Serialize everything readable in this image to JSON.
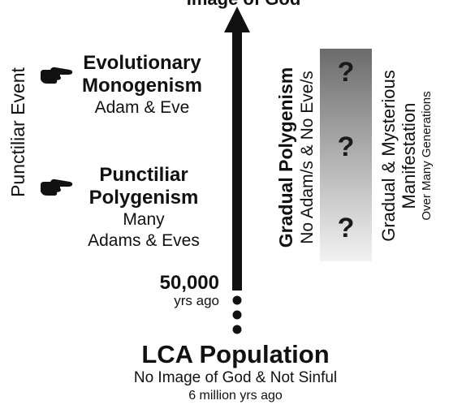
{
  "top_label_partial": "Image of God",
  "left_vertical_label": "Punctiliar Event",
  "evolutionary_monogenism": {
    "title_line1": "Evolutionary",
    "title_line2": "Monogenism",
    "subtitle": "Adam & Eve"
  },
  "punctiliar_polygenism": {
    "title_line1": "Punctiliar",
    "title_line2": "Polygenism",
    "subtitle_line1": "Many",
    "subtitle_line2": "Adams & Eves"
  },
  "time_marker": {
    "value": "50,000",
    "unit": "yrs ago"
  },
  "gradual_polygenism": {
    "title": "Gradual  Polygenism",
    "subtitle": "No Adam/s & No Eve/s"
  },
  "question_marks": [
    "?",
    "?",
    "?"
  ],
  "gradual_mysterious": {
    "line1": "Gradual & Mysterious",
    "line2": "Manifestation",
    "line3": "Over Many Generations"
  },
  "lca": {
    "title": "LCA Population",
    "subtitle": "No Image of God & Not Sinful",
    "time": "6 million yrs ago"
  },
  "icons": {
    "pointing_hand_1": "pointing-hand-icon",
    "pointing_hand_2": "pointing-hand-icon"
  }
}
